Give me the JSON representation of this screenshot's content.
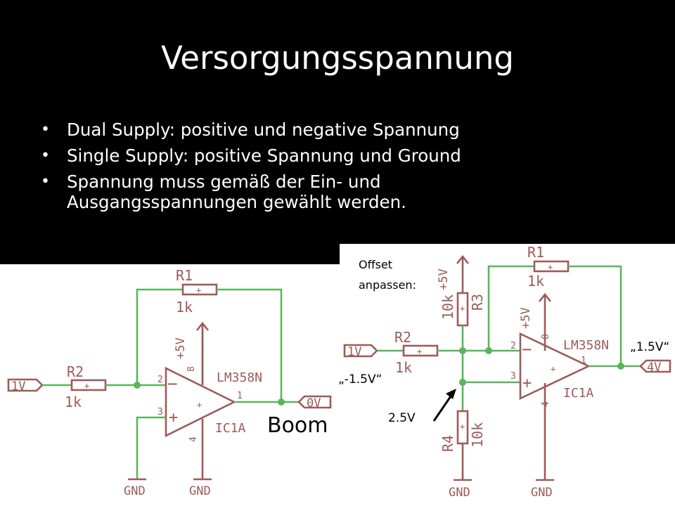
{
  "slide": {
    "title": "Versorgungsspannung",
    "bullets": [
      "Dual Supply: positive und negative Spannung",
      "Single Supply: positive Spannung und Ground",
      "Spannung muss gemäß der Ein- und Ausgangsspannungen gewählt werden."
    ]
  },
  "left_circuit": {
    "input_port": "1V",
    "output_port": "0V",
    "r_in": {
      "name": "R2",
      "value": "1k"
    },
    "r_fb": {
      "name": "R1",
      "value": "1k"
    },
    "supply": "+5V",
    "opamp": {
      "part": "LM358N",
      "ref": "IC1A"
    },
    "pins": {
      "inv": "2",
      "noninv": "3",
      "out": "1",
      "vcc": "8",
      "vee": "4"
    },
    "gnd_labels": [
      "GND",
      "GND"
    ],
    "annotation": "Boom"
  },
  "right_circuit": {
    "offset_note": "Offset anpassen:",
    "input_port": "1V",
    "output_port": "4V",
    "r_in": {
      "name": "R2",
      "value": "1k"
    },
    "r_fb": {
      "name": "R1",
      "value": "1k"
    },
    "r_top": {
      "name": "R3",
      "value": "10k"
    },
    "r_bottom": {
      "name": "R4",
      "value": "10k"
    },
    "supplies": [
      "+5V",
      "+5V"
    ],
    "opamp": {
      "part": "LM358N",
      "ref": "IC1A"
    },
    "pins": {
      "inv": "2",
      "noninv": "3",
      "out": "1",
      "vcc": "8",
      "vee": "4"
    },
    "gnd_labels": [
      "GND",
      "GND"
    ],
    "annotations": {
      "neg_input": "„-1.5V“",
      "out_offset": "„1.5V“",
      "midpoint": "2.5V"
    }
  }
}
